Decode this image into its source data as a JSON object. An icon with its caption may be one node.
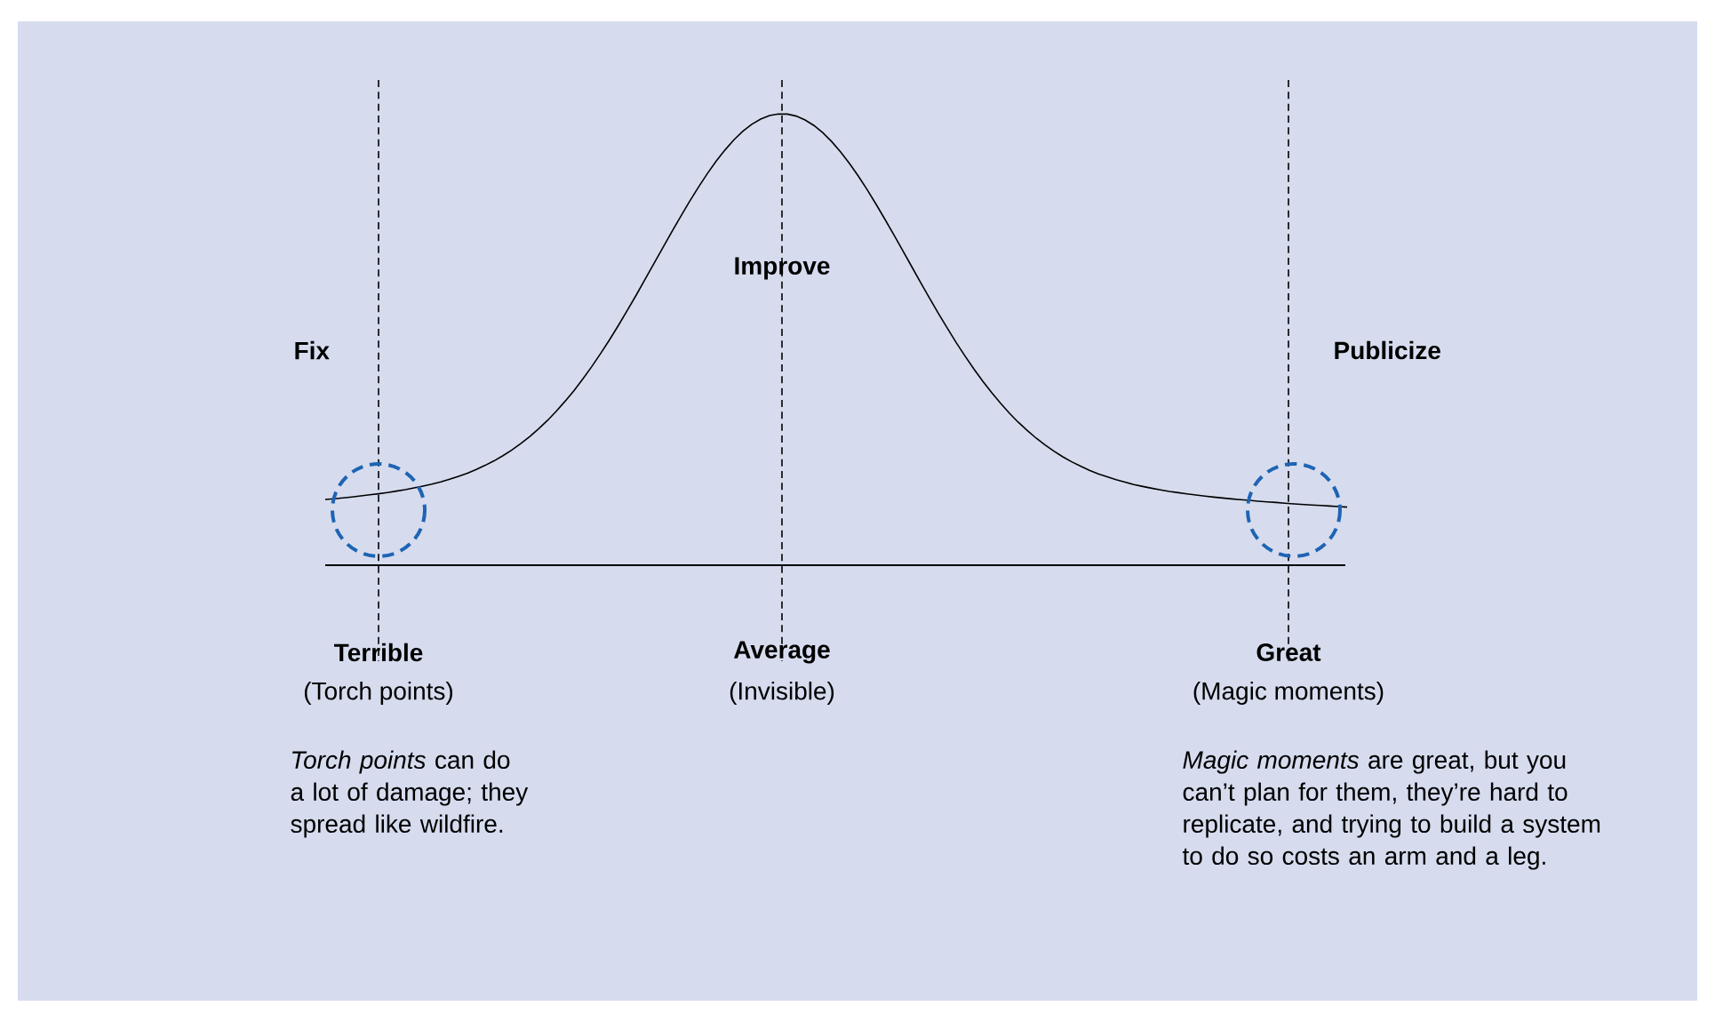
{
  "diagram": {
    "labels": [
      "Fix",
      "Improve",
      "Publicize",
      "Terrible",
      "(Torch points)",
      "Average",
      "(Invisible)",
      "Great",
      "(Magic moments)",
      "*Torch points* can do a lot of damage; they spread like wildfire.",
      "*Magic moments* are great, but you can’t plan for them, they’re hard to replicate, and trying to build a system to do so costs an arm and a leg."
    ]
  }
}
